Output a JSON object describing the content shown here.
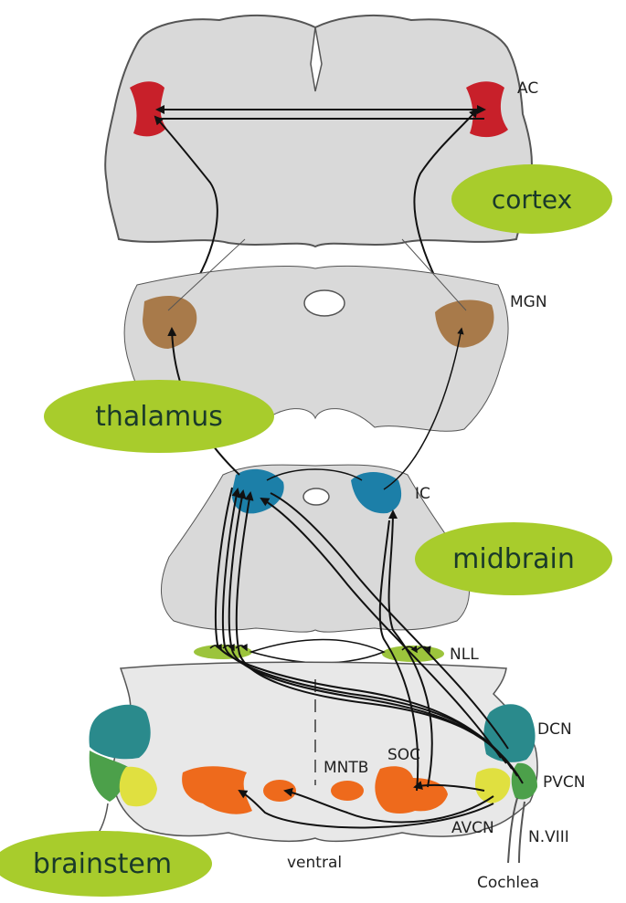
{
  "regions": {
    "cortex": "cortex",
    "thalamus": "thalamus",
    "midbrain": "midbrain",
    "brainstem": "brainstem"
  },
  "structures": {
    "ac": "AC",
    "mgn": "MGN",
    "ic": "IC",
    "nll": "NLL",
    "dcn": "DCN",
    "pvcn": "PVCN",
    "avcn": "AVCN",
    "soc": "SOC",
    "mntb": "MNTB",
    "n8": "N.VIII",
    "cochlea": "Cochlea",
    "ventral": "ventral"
  },
  "colors": {
    "tissue": "#d9d9d9",
    "tissue_light": "#e8e8e8",
    "ac": "#c8202a",
    "mgn": "#a87a4a",
    "ic": "#1c7fa8",
    "nll": "#9cc43c",
    "soc": "#ee6a1c",
    "dcn": "#2a8a8c",
    "pvcn_green": "#4ca04a",
    "avcn_yellow": "#e0e040",
    "label_oval": "#a8cc2c"
  }
}
